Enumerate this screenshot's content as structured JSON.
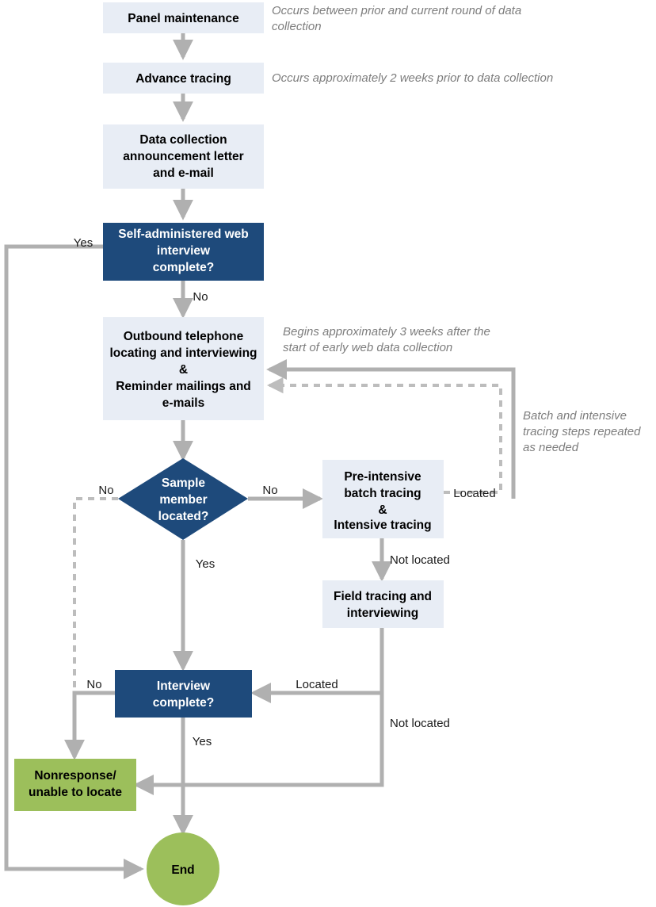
{
  "diagram": {
    "title": "Survey data collection flow",
    "colors": {
      "process_fill": "#e8edf5",
      "decision_fill": "#1e4a7b",
      "terminal_fill": "#9cbf5b",
      "line": "#b0b0b0",
      "annotation_text": "#7d7d7d",
      "light_text": "#ffffff",
      "dark_text": "#000000"
    },
    "nodes": [
      {
        "id": "panel_maintenance",
        "type": "process",
        "lines": [
          "Panel maintenance"
        ]
      },
      {
        "id": "advance_tracing",
        "type": "process",
        "lines": [
          "Advance tracing"
        ]
      },
      {
        "id": "announcement",
        "type": "process",
        "lines": [
          "Data collection",
          "announcement letter",
          "and e-mail"
        ]
      },
      {
        "id": "web_interview",
        "type": "decision",
        "lines": [
          "Self-administered web",
          "interview",
          "complete?"
        ]
      },
      {
        "id": "outbound",
        "type": "process",
        "lines": [
          "Outbound telephone",
          "locating and interviewing",
          "&",
          "Reminder mailings and",
          "e-mails"
        ]
      },
      {
        "id": "sample_located",
        "type": "diamond",
        "lines": [
          "Sample",
          "member",
          "located?"
        ]
      },
      {
        "id": "batch_tracing",
        "type": "process",
        "lines": [
          "Pre-intensive",
          "batch tracing",
          "&",
          "Intensive tracing"
        ]
      },
      {
        "id": "field_tracing",
        "type": "process",
        "lines": [
          "Field tracing and",
          "interviewing"
        ]
      },
      {
        "id": "interview_complete",
        "type": "decision",
        "lines": [
          "Interview",
          "complete?"
        ]
      },
      {
        "id": "nonresponse",
        "type": "terminal",
        "lines": [
          "Nonresponse/",
          "unable to locate"
        ]
      },
      {
        "id": "end",
        "type": "circle",
        "lines": [
          "End"
        ]
      }
    ],
    "edge_labels": [
      {
        "id": "web_yes",
        "text": "Yes"
      },
      {
        "id": "web_no",
        "text": "No"
      },
      {
        "id": "sample_no_left",
        "text": "No"
      },
      {
        "id": "sample_no_right",
        "text": "No"
      },
      {
        "id": "sample_yes",
        "text": "Yes"
      },
      {
        "id": "batch_located",
        "text": "Located"
      },
      {
        "id": "batch_not_located",
        "text": "Not located"
      },
      {
        "id": "field_located",
        "text": "Located"
      },
      {
        "id": "field_not_located",
        "text": "Not located"
      },
      {
        "id": "interview_no",
        "text": "No"
      },
      {
        "id": "interview_yes",
        "text": "Yes"
      }
    ],
    "annotations": [
      {
        "id": "note_panel",
        "lines": [
          "Occurs between prior and current round of data",
          "collection"
        ]
      },
      {
        "id": "note_advance",
        "lines": [
          "Occurs approximately 2 weeks prior to data collection"
        ]
      },
      {
        "id": "note_outbound",
        "lines": [
          "Begins approximately 3 weeks after the",
          "start of early web data collection"
        ]
      },
      {
        "id": "note_repeat",
        "lines": [
          "Batch and intensive",
          "tracing steps repeated",
          "as needed"
        ]
      }
    ]
  }
}
